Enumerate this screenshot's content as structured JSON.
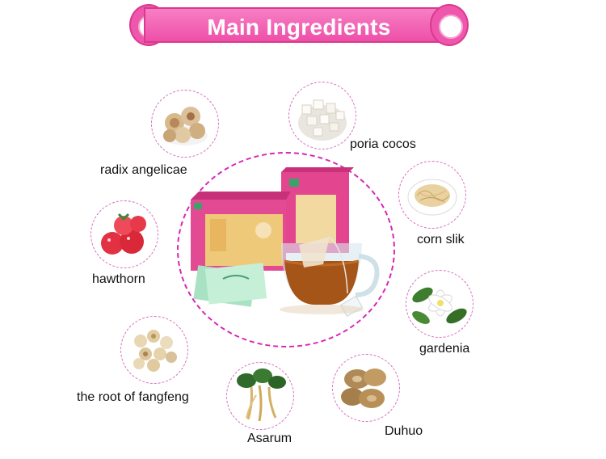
{
  "header": {
    "title": "Main Ingredients"
  },
  "ingredients": [
    {
      "name": "radix angelicae",
      "icon": "radix-angelicae-photo"
    },
    {
      "name": "poria cocos",
      "icon": "poria-cocos-photo"
    },
    {
      "name": "corn slik",
      "icon": "corn-silk-photo"
    },
    {
      "name": "hawthorn",
      "icon": "hawthorn-photo"
    },
    {
      "name": "gardenia",
      "icon": "gardenia-photo"
    },
    {
      "name": "the root of fangfeng",
      "icon": "fangfeng-root-photo"
    },
    {
      "name": "Asarum",
      "icon": "asarum-photo"
    },
    {
      "name": "Duhuo",
      "icon": "duhuo-photo"
    }
  ],
  "colors": {
    "banner": "#ee4fa8",
    "ring": "#d826b5"
  }
}
